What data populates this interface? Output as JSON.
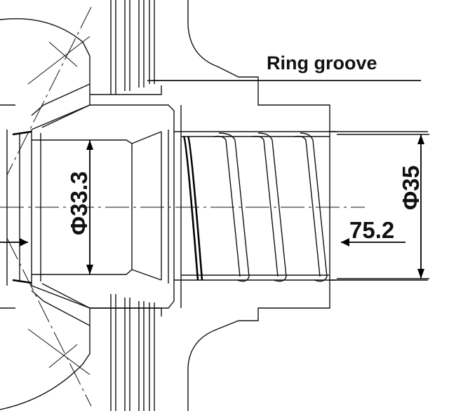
{
  "labels": {
    "ring_groove": "Ring groove",
    "inner_diameter": "Φ33.3",
    "outer_diameter": "Φ35",
    "position": "75.2"
  }
}
